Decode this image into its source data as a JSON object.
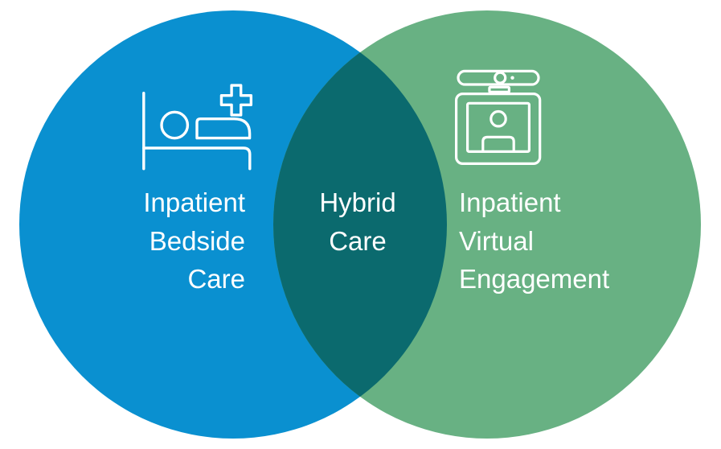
{
  "diagram": {
    "type": "venn",
    "text_color": "#ffffff",
    "icon_color": "#ffffff",
    "left": {
      "label": "Inpatient Bedside Care",
      "lines": [
        "Inpatient",
        "Bedside",
        "Care"
      ],
      "color": "#0a90d0",
      "icon": "hospital-bed-patient-icon"
    },
    "right": {
      "label": "Inpatient Virtual Engagement",
      "lines": [
        "Inpatient",
        "Virtual",
        "Engagement"
      ],
      "color": "#68b183",
      "icon": "telehealth-video-endpoint-icon"
    },
    "overlap": {
      "label": "Hybrid Care",
      "lines": [
        "Hybrid",
        "Care"
      ],
      "color": "#0b6a6e"
    }
  }
}
